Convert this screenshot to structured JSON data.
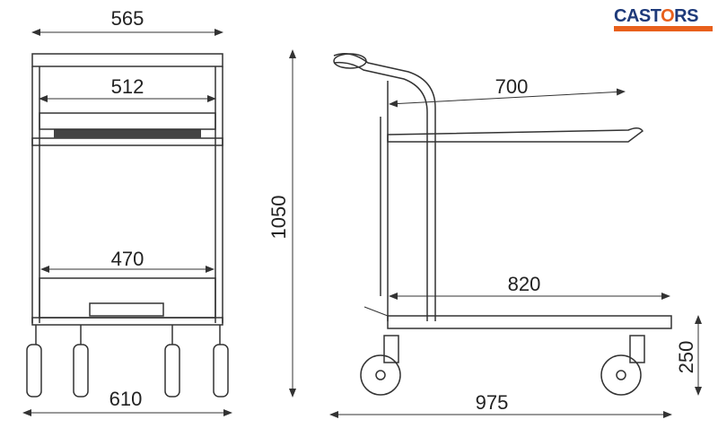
{
  "logo": {
    "text": "CASTORS",
    "accent_color": "#e8601c",
    "brand_color": "#1e3a7a"
  },
  "front_view": {
    "dimensions": {
      "top_width": "565",
      "upper_shelf": "512",
      "lower_shelf": "470",
      "base_width": "610"
    }
  },
  "side_view": {
    "dimensions": {
      "height": "1050",
      "upper_shelf": "700",
      "lower_shelf": "820",
      "deck_height": "250",
      "total_length": "975"
    }
  }
}
